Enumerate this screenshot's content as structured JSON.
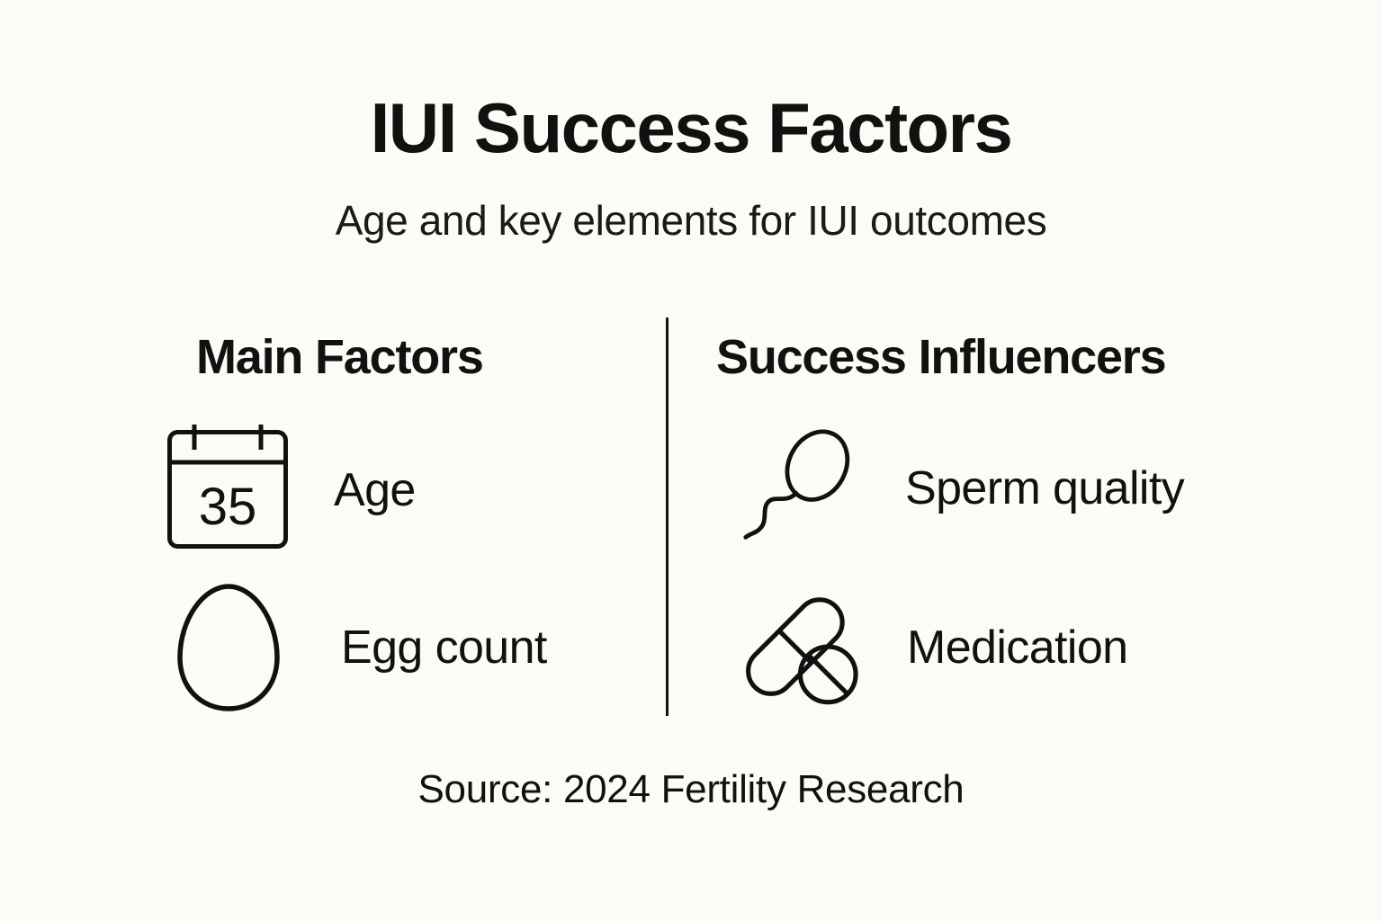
{
  "theme": {
    "background": "#fcfbf6",
    "ink": "#111111"
  },
  "header": {
    "title": "IUI Success Factors",
    "subtitle": "Age and key elements for IUI outcomes"
  },
  "columns": [
    {
      "heading": "Main Factors",
      "items": [
        {
          "icon": "calendar-icon",
          "icon_value": "35",
          "label": "Age"
        },
        {
          "icon": "egg-icon",
          "label": "Egg count"
        }
      ]
    },
    {
      "heading": "Success Influencers",
      "items": [
        {
          "icon": "sperm-icon",
          "label": "Sperm quality"
        },
        {
          "icon": "pill-icon",
          "label": "Medication"
        }
      ]
    }
  ],
  "footer": {
    "source": "Source: 2024 Fertility Research"
  }
}
